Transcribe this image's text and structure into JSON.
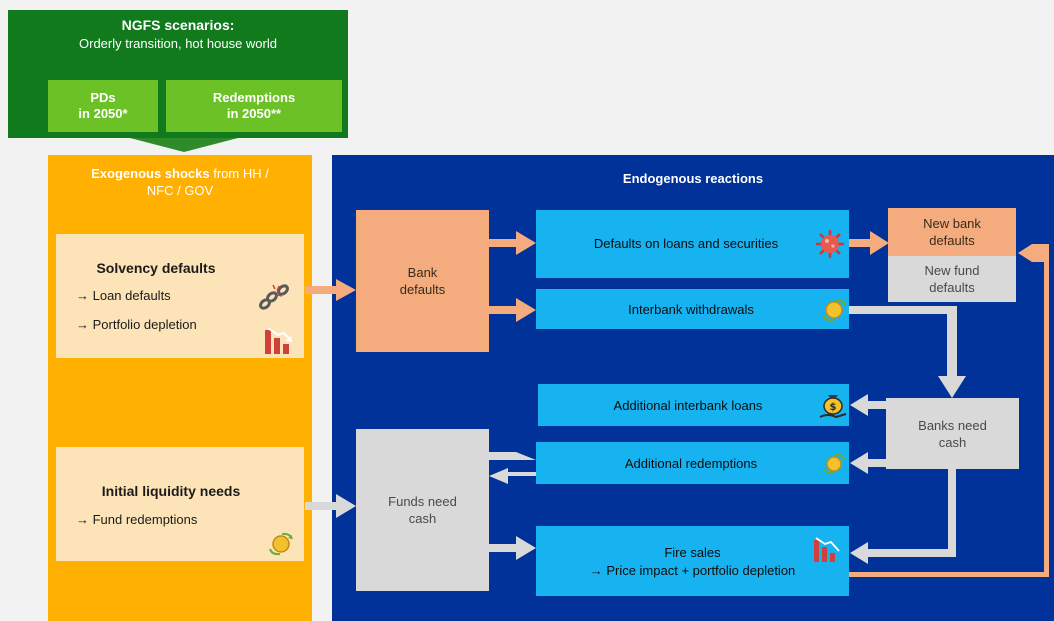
{
  "ngfs": {
    "title": "NGFS scenarios:",
    "subtitle": "Orderly transition, hot house world",
    "pds": [
      "PDs",
      "in 2050*"
    ],
    "redemptions": [
      "Redemptions",
      "in 2050**"
    ]
  },
  "exogenous": {
    "title_bold": "Exogenous shocks",
    "title_rest": " from HH /",
    "title_line2": "NFC / GOV",
    "solvency": {
      "title": "Solvency defaults",
      "items": [
        "→ Loan defaults",
        "→ Portfolio depletion"
      ]
    },
    "liquidity": {
      "title": "Initial liquidity needs",
      "items": [
        "→ Fund redemptions"
      ]
    }
  },
  "endogenous": {
    "title": "Endogenous reactions",
    "bank_defaults": [
      "Bank",
      "defaults"
    ],
    "funds_need_cash": [
      "Funds need",
      "cash"
    ],
    "defaults_on_loans": "Defaults on loans and securities",
    "interbank_withdrawals": "Interbank withdrawals",
    "additional_interbank_loans": "Additional interbank loans",
    "additional_redemptions": "Additional redemptions",
    "fire_sales": "Fire sales",
    "fire_sales_sub": "→ Price impact + portfolio depletion",
    "new_bank_defaults": [
      "New bank",
      "defaults"
    ],
    "new_fund_defaults": [
      "New fund",
      "defaults"
    ],
    "banks_need_cash": [
      "Banks need",
      "cash"
    ]
  },
  "colors": {
    "ngfs_green": "#117a1d",
    "light_green": "#6cc126",
    "exogenous_orange": "#ffb000",
    "endogenous_navy": "#003299",
    "process_cyan": "#16b3f0",
    "bank_salmon": "#f4ac7f",
    "fund_grey": "#d9d9d9",
    "arrow_orange": "#f4ac7f",
    "arrow_grey": "#d9d9d9"
  },
  "icons": [
    "broken-chain-icon",
    "declining-bar-chart-icon",
    "coin-exchange-icon",
    "virus-icon",
    "money-bag-hand-icon"
  ]
}
